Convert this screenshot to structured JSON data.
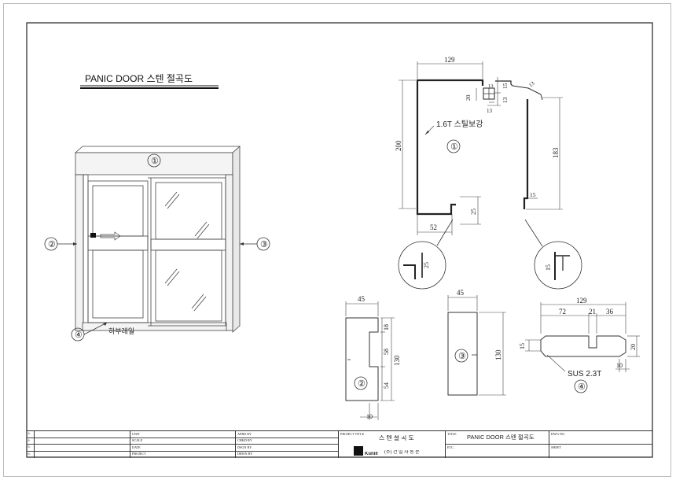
{
  "drawing": {
    "main_title": "PANIC DOOR 스텐 절곡도",
    "callouts": {
      "one": "①",
      "two": "②",
      "three": "③",
      "four": "④"
    },
    "lower_rail_label": "하부레일",
    "reinforcement_label": "1.6T 스틸보강",
    "sus_label": "SUS 2.3T",
    "profile1_dims": {
      "width": "129",
      "height_left": "200",
      "height_right": "183",
      "bottom_leg": "52",
      "lip_height": "25",
      "top_small_a": "15",
      "top_small_b": "20",
      "top_small_c": "13",
      "top_small_d": "13",
      "top_small_e": "13",
      "corner": "13",
      "right_lip": "15",
      "detail_left": "25",
      "detail_right": "15"
    },
    "profile2_dims": {
      "width": "45",
      "height": "130",
      "seg_top": "18",
      "seg_mid": "58",
      "seg_bottom": "54",
      "bottom": "10"
    },
    "profile3_dims": {
      "width": "45",
      "height": "130"
    },
    "profile4_dims": {
      "width": "129",
      "seg_a": "72",
      "seg_b": "21",
      "seg_c": "36",
      "height": "20",
      "left_notch": "15",
      "right_gap": "10"
    }
  },
  "title_block": {
    "rev_marks": [
      "⚠",
      "⚠",
      "⚠",
      "⚠"
    ],
    "labels": {
      "unit": "UNIT",
      "scale": "SCALE",
      "date": "DATE",
      "project": "PROJECT",
      "aprd_by": "APRD BY",
      "chkd_by": "CHKD BY",
      "dsgn_by": "DSGN BY",
      "drwn_by": "DRWN BY",
      "project_title": "PROJECT TITLE",
      "title": "TITLE",
      "etc": "ETC.",
      "dwg_no": "DWG NO.",
      "sheet": "SHEET"
    },
    "project_title_value": "스 텐 절 곡 도",
    "title_value": "PANIC DOOR 스텐 절곡도",
    "company_name": "Kunill",
    "company_korean": "(주) 건 일 자 동 문"
  }
}
